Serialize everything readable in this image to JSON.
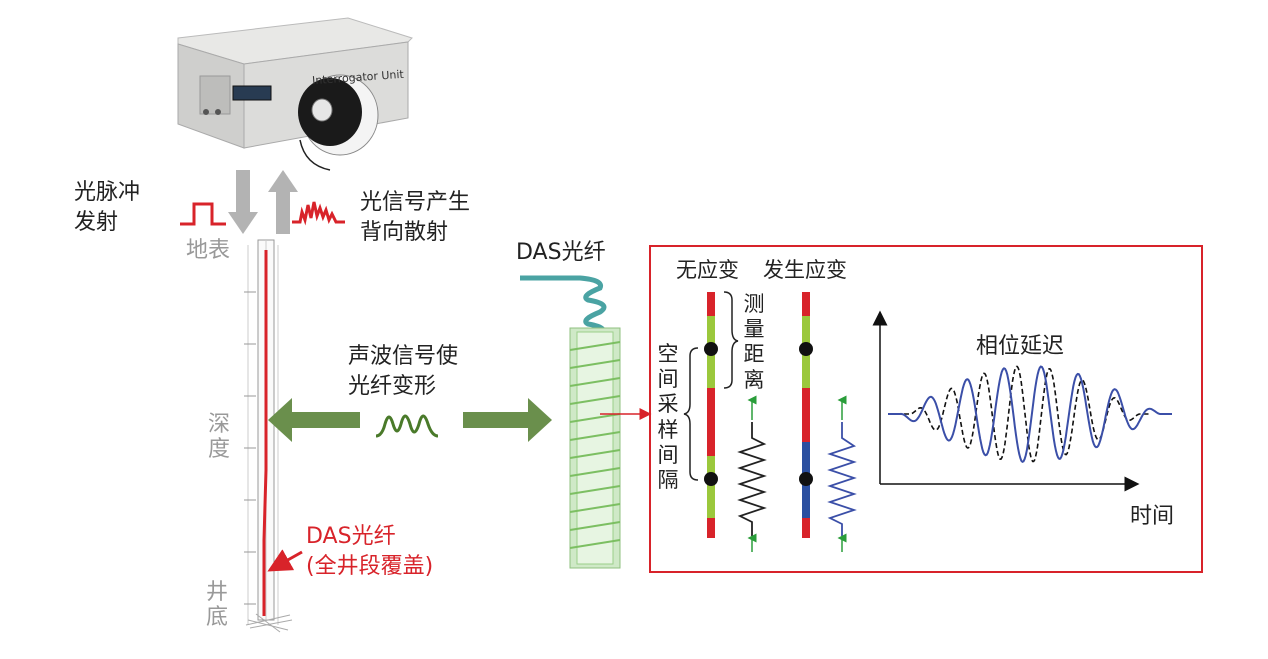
{
  "labels": {
    "pulse_emit": "光脉冲\n发射",
    "backscatter": "光信号产生\n背向散射",
    "surface": "地表",
    "depth": "深度",
    "well_bottom": "井底",
    "acoustic": "声波信号使\n光纤变形",
    "das_fiber_top": "DAS光纤",
    "das_fiber_well": "DAS光纤\n(全井段覆盖)",
    "no_strain": "无应变",
    "strain": "发生应变",
    "gauge_length": "测量距离",
    "spatial_sampling": "空间采样间隔",
    "phase_delay": "相位延迟",
    "time": "时间",
    "device": "Interrogator Unit"
  },
  "colors": {
    "accent_red": "#d8232a",
    "fiber_green": "#9bc83c",
    "strain_blue": "#2b4fa0",
    "arrow_green": "#6a8f4c",
    "wave_blue": "#3b4fa8",
    "coil_teal": "#4aa3a3"
  }
}
